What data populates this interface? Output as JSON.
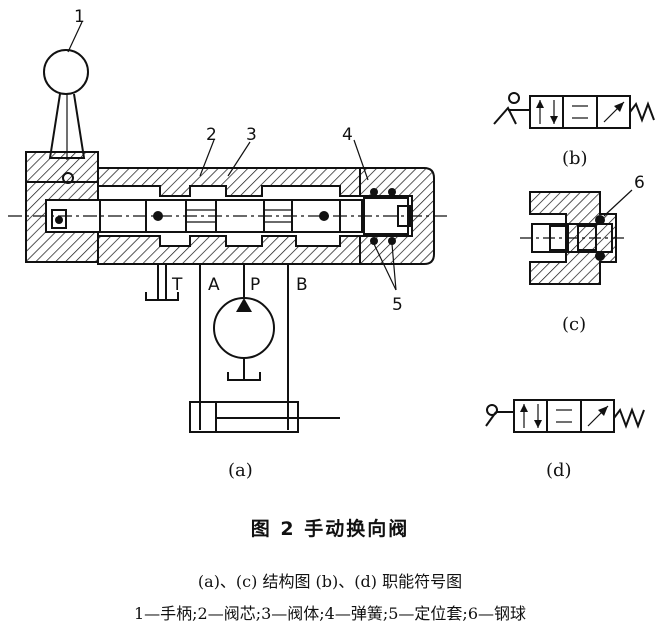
{
  "parts": {
    "p1": "1",
    "p2": "2",
    "p3": "3",
    "p4": "4",
    "p5": "5",
    "p6": "6"
  },
  "ports": {
    "T": "T",
    "A": "A",
    "P": "P",
    "B": "B"
  },
  "subfigs": {
    "a": "(a)",
    "b": "(b)",
    "c": "(c)",
    "d": "(d)"
  },
  "caption": {
    "title": "图 2    手动换向阀",
    "line1": "(a)、(c) 结构图    (b)、(d) 职能符号图",
    "line2": "1—手柄;2—阀芯;3—阀体;4—弹簧;5—定位套;6—钢球"
  }
}
